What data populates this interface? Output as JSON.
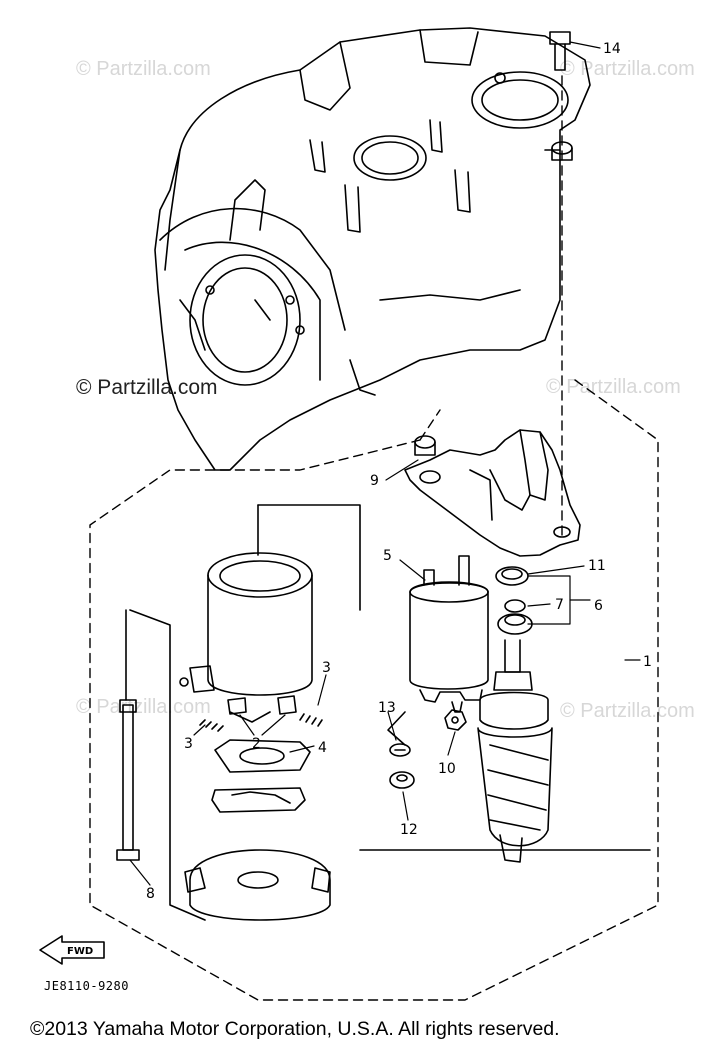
{
  "watermarks": [
    {
      "text": "© Partzilla.com"
    },
    {
      "text": "© Partzilla.com"
    },
    {
      "text": "© Partzilla.com"
    },
    {
      "text": "© Partzilla.com"
    },
    {
      "text": "© Partzilla.com"
    },
    {
      "text": "© Partzilla.com"
    }
  ],
  "callouts": [
    {
      "label": "14"
    },
    {
      "label": "9"
    },
    {
      "label": "5"
    },
    {
      "label": "11"
    },
    {
      "label": "7"
    },
    {
      "label": "6"
    },
    {
      "label": "1"
    },
    {
      "label": "3"
    },
    {
      "label": "2"
    },
    {
      "label": "3"
    },
    {
      "label": "4"
    },
    {
      "label": "13"
    },
    {
      "label": "10"
    },
    {
      "label": "12"
    },
    {
      "label": "8"
    }
  ],
  "fwd_label": "FWD",
  "diagram_code": "JE8110-9280",
  "copyright": "©2013 Yamaha Motor Corporation, U.S.A. All rights reserved."
}
